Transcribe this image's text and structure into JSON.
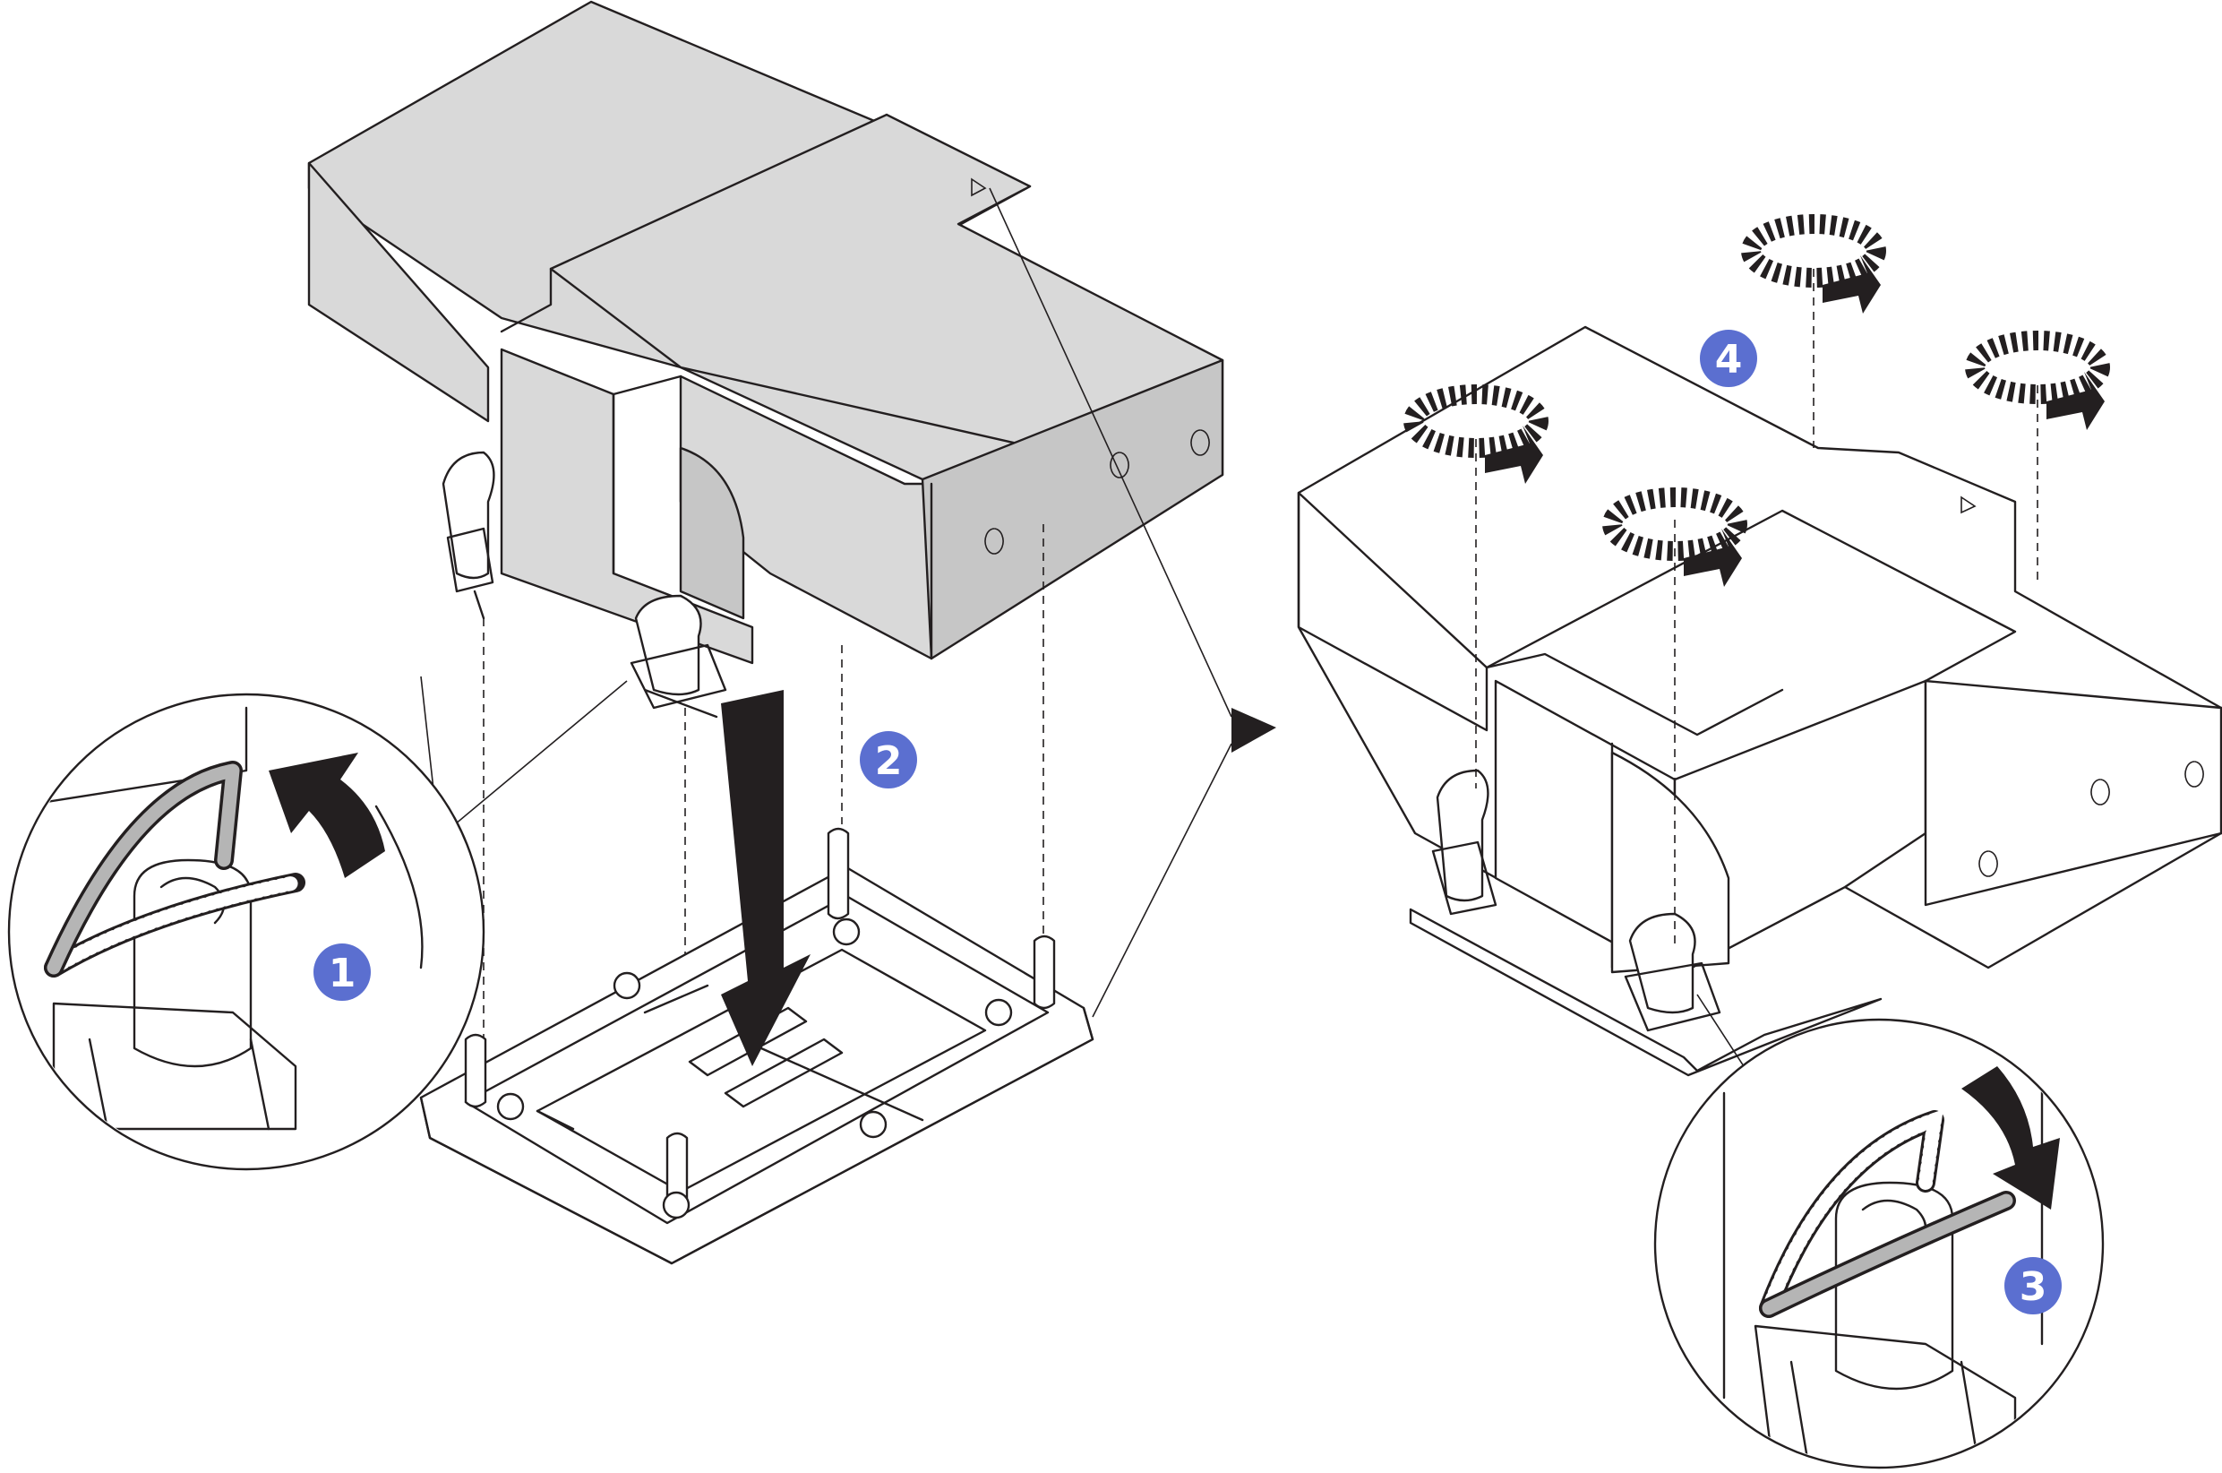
{
  "steps": [
    {
      "label": "1",
      "action": "lift-wire-bail"
    },
    {
      "label": "2",
      "action": "lower-heatsink-onto-socket"
    },
    {
      "label": "3",
      "action": "lower-wire-bail"
    },
    {
      "label": "4",
      "action": "tighten-captive-nuts"
    }
  ],
  "colors": {
    "line": "#231f20",
    "heatsink_fill": "#d9d9d9",
    "badge_fill": "#5b6fd0",
    "badge_text": "#ffffff",
    "arrow_fill": "#231f20",
    "bail_fill": "#b5b5b5"
  },
  "icons": [
    "arrow-down-icon",
    "arrow-up-curved-icon",
    "arrow-down-curved-icon",
    "rotate-clockwise-icon",
    "play-triangle-icon"
  ]
}
